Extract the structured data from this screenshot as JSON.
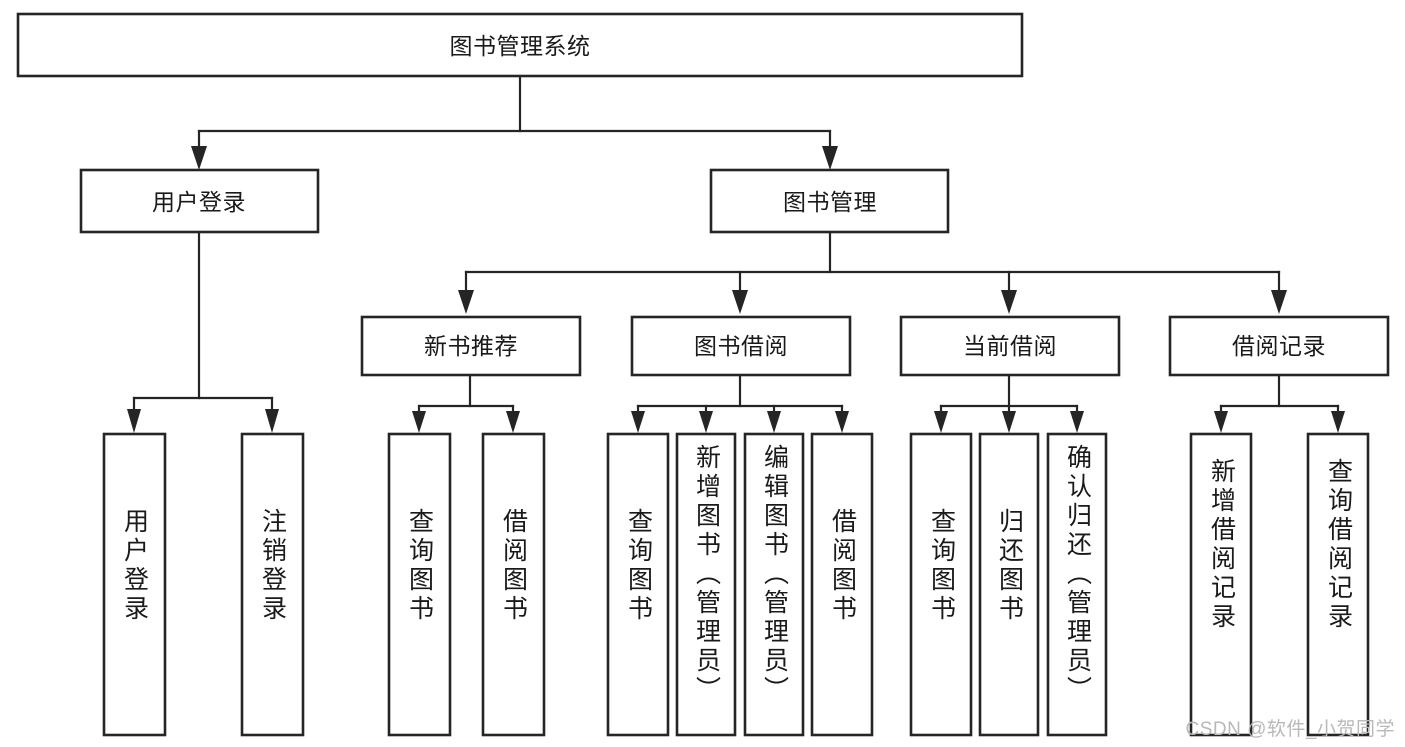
{
  "diagram": {
    "type": "tree",
    "title": "图书管理系统",
    "root": {
      "id": "root",
      "label": "图书管理系统",
      "orientation": "horizontal"
    },
    "level2": [
      {
        "id": "user-login",
        "label": "用户登录",
        "orientation": "horizontal"
      },
      {
        "id": "book-manage",
        "label": "图书管理",
        "orientation": "horizontal"
      }
    ],
    "level3": [
      {
        "id": "new-book-rec",
        "label": "新书推荐",
        "orientation": "horizontal",
        "parent": "book-manage"
      },
      {
        "id": "book-borrow",
        "label": "图书借阅",
        "orientation": "horizontal",
        "parent": "book-manage"
      },
      {
        "id": "current-borrow",
        "label": "当前借阅",
        "orientation": "horizontal",
        "parent": "book-manage"
      },
      {
        "id": "borrow-record",
        "label": "借阅记录",
        "orientation": "horizontal",
        "parent": "book-manage"
      }
    ],
    "leaves": [
      {
        "id": "leaf-user-login",
        "label": "用户登录",
        "orientation": "vertical",
        "parent": "user-login"
      },
      {
        "id": "leaf-user-logout",
        "label": "注销登录",
        "orientation": "vertical",
        "parent": "user-login"
      },
      {
        "id": "leaf-query-book-1",
        "label": "查询图书",
        "orientation": "vertical",
        "parent": "new-book-rec"
      },
      {
        "id": "leaf-borrow-book-1",
        "label": "借阅图书",
        "orientation": "vertical",
        "parent": "new-book-rec"
      },
      {
        "id": "leaf-query-book-2",
        "label": "查询图书",
        "orientation": "vertical",
        "parent": "book-borrow"
      },
      {
        "id": "leaf-add-book",
        "label": "新增图书（管理员）",
        "orientation": "vertical",
        "parent": "book-borrow"
      },
      {
        "id": "leaf-edit-book",
        "label": "编辑图书（管理员）",
        "orientation": "vertical",
        "parent": "book-borrow"
      },
      {
        "id": "leaf-borrow-book-2",
        "label": "借阅图书",
        "orientation": "vertical",
        "parent": "book-borrow"
      },
      {
        "id": "leaf-query-book-3",
        "label": "查询图书",
        "orientation": "vertical",
        "parent": "current-borrow"
      },
      {
        "id": "leaf-return-book",
        "label": "归还图书",
        "orientation": "vertical",
        "parent": "current-borrow"
      },
      {
        "id": "leaf-confirm-return",
        "label": "确认归还（管理员）",
        "orientation": "vertical",
        "parent": "current-borrow"
      },
      {
        "id": "leaf-add-record",
        "label": "新增借阅记录",
        "orientation": "vertical",
        "parent": "borrow-record"
      },
      {
        "id": "leaf-query-record",
        "label": "查询借阅记录",
        "orientation": "vertical",
        "parent": "borrow-record"
      }
    ],
    "colors": {
      "stroke": "#252525",
      "fill": "#ffffff",
      "text": "#1a1a1a",
      "watermark": "#b9b9b9"
    }
  },
  "watermark": {
    "text": "CSDN @软件_小贺同学"
  }
}
